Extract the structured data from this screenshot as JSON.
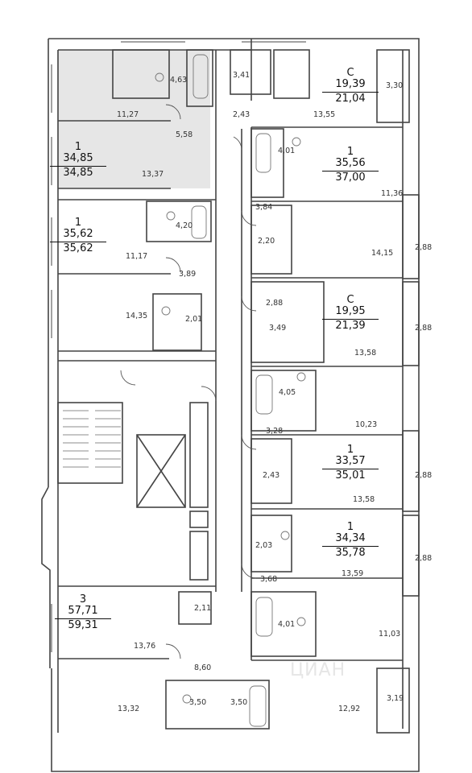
{
  "apartments": [
    {
      "id": "a1",
      "num": "1",
      "area": "34,85",
      "total": "34,85"
    },
    {
      "id": "a2",
      "num": "C",
      "area": "19,39",
      "total": "21,04"
    },
    {
      "id": "a3",
      "num": "1",
      "area": "35,56",
      "total": "37,00"
    },
    {
      "id": "a4",
      "num": "1",
      "area": "35,62",
      "total": "35,62"
    },
    {
      "id": "a5",
      "num": "C",
      "area": "19,95",
      "total": "21,39"
    },
    {
      "id": "a6",
      "num": "1",
      "area": "33,57",
      "total": "35,01"
    },
    {
      "id": "a7",
      "num": "1",
      "area": "34,34",
      "total": "35,78"
    },
    {
      "id": "a8",
      "num": "3",
      "area": "57,71",
      "total": "59,31"
    }
  ],
  "rooms": [
    "4,63",
    "11,27",
    "5,58",
    "13,37",
    "3,41",
    "2,43",
    "3,30",
    "13,55",
    "4,01",
    "11,36",
    "3,84",
    "4,20",
    "11,17",
    "2,20",
    "14,15",
    "2,88",
    "3,89",
    "14,35",
    "2,01",
    "2,88",
    "3,49",
    "2,88",
    "13,58",
    "4,05",
    "10,23",
    "3,28",
    "2,43",
    "2,88",
    "13,58",
    "2,03",
    "2,88",
    "3,68",
    "13,59",
    "4,01",
    "11,03",
    "2,11",
    "13,76",
    "8,60",
    "13,32",
    "3,50",
    "3,50",
    "12,92",
    "3,19"
  ],
  "watermark": "ЦИАН"
}
